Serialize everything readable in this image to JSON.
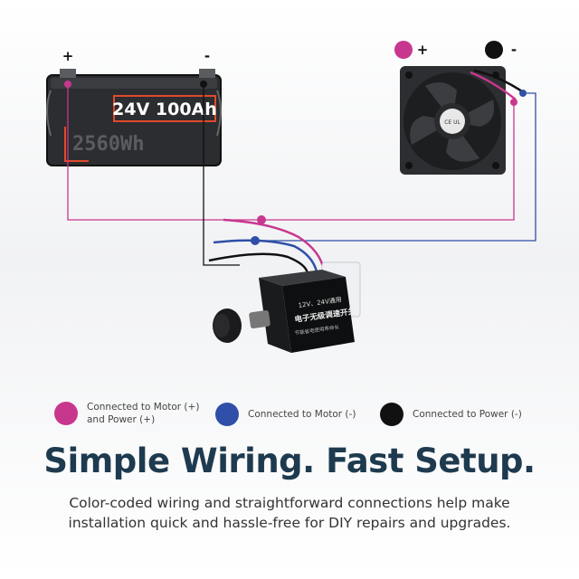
{
  "battery": {
    "plus": "+",
    "minus": "-",
    "rating": "24V 100Ah",
    "capacity": "2560Wh"
  },
  "fan": {
    "plus": "+",
    "minus": "-",
    "sticker": "CE UL"
  },
  "controller": {
    "line1": "12V、24V通用",
    "line2": "电子无级调速开关",
    "line3": "节能省电使用寿命长"
  },
  "legend": [
    {
      "line1": "Connected to Motor (+)",
      "line2": "and Power (+)",
      "color": "#c8378e"
    },
    {
      "line1": "Connected to Motor (-)",
      "line2": "",
      "color": "#2f4fa8"
    },
    {
      "line1": "Connected to Power (-)",
      "line2": "",
      "color": "#111111"
    }
  ],
  "colors": {
    "pink": "#c8378e",
    "blue": "#2f4fa8",
    "black": "#111111",
    "heading": "#1e3a4f",
    "accent": "#e14a2c"
  },
  "headline": "Simple Wiring. Fast Setup.",
  "subtext": {
    "line1": "Color-coded wiring and straightforward connections help make",
    "line2": "installation quick and hassle-free for DIY repairs and upgrades."
  }
}
